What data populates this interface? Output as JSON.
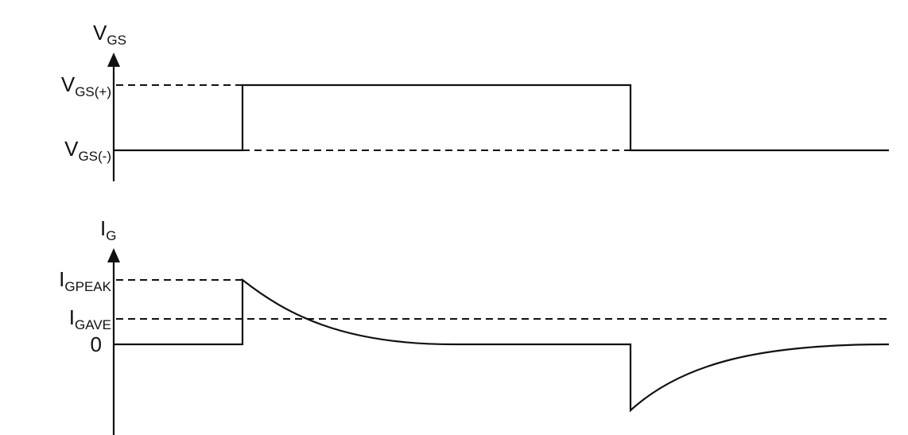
{
  "vgs_plot": {
    "axis_label": {
      "main": "V",
      "sub": "GS"
    },
    "levels": [
      {
        "main": "V",
        "sub": "GS(+)"
      },
      {
        "main": "V",
        "sub": "GS(-)"
      }
    ]
  },
  "ig_plot": {
    "axis_label": {
      "main": "I",
      "sub": "G"
    },
    "levels": [
      {
        "main": "I",
        "sub": "GPEAK"
      },
      {
        "main": "I",
        "sub": "GAVE"
      },
      {
        "main": "0",
        "sub": ""
      }
    ]
  },
  "colors": {
    "line": "#111111",
    "background": "#ffffff"
  }
}
